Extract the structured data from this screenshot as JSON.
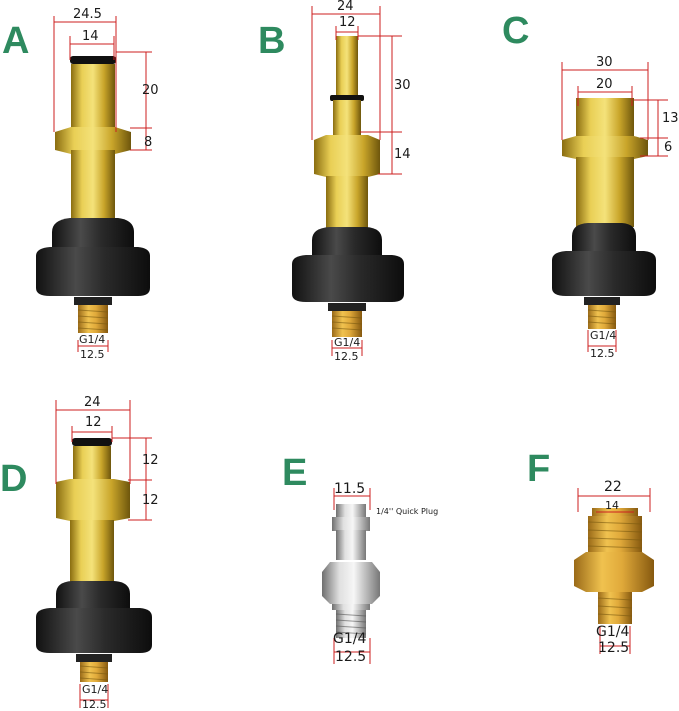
{
  "colors": {
    "accent_letter": "#2e8a5f",
    "dimension_line": "#cc1f1f",
    "brass": "#d4b430",
    "nut": "#2b2b2b",
    "steel": "#b8b8b8"
  },
  "products": [
    {
      "letter": "A",
      "dims": {
        "top_outer": "24.5",
        "top_inner": "14",
        "upper_height": "20",
        "ring_height": "8",
        "thread": "G1/4",
        "thread_width": "12.5"
      }
    },
    {
      "letter": "B",
      "dims": {
        "top_outer": "24",
        "top_inner": "12",
        "upper_height": "30",
        "ring_height": "14",
        "thread": "G1/4",
        "thread_width": "12.5"
      }
    },
    {
      "letter": "C",
      "dims": {
        "top_outer": "30",
        "top_inner": "20",
        "upper_height": "13",
        "ring_height": "6",
        "thread": "G1/4",
        "thread_width": "12.5"
      }
    },
    {
      "letter": "D",
      "dims": {
        "top_outer": "24",
        "top_inner": "12",
        "upper_height": "12",
        "ring_height": "12",
        "thread": "G1/4",
        "thread_width": "12.5"
      }
    },
    {
      "letter": "E",
      "dims": {
        "top_outer": "11.5",
        "note": "1/4'' Quick Plug",
        "thread": "G1/4",
        "thread_width": "12.5"
      }
    },
    {
      "letter": "F",
      "dims": {
        "top_outer": "22",
        "top_inner": "14",
        "thread": "G1/4",
        "thread_width": "12.5"
      }
    }
  ]
}
